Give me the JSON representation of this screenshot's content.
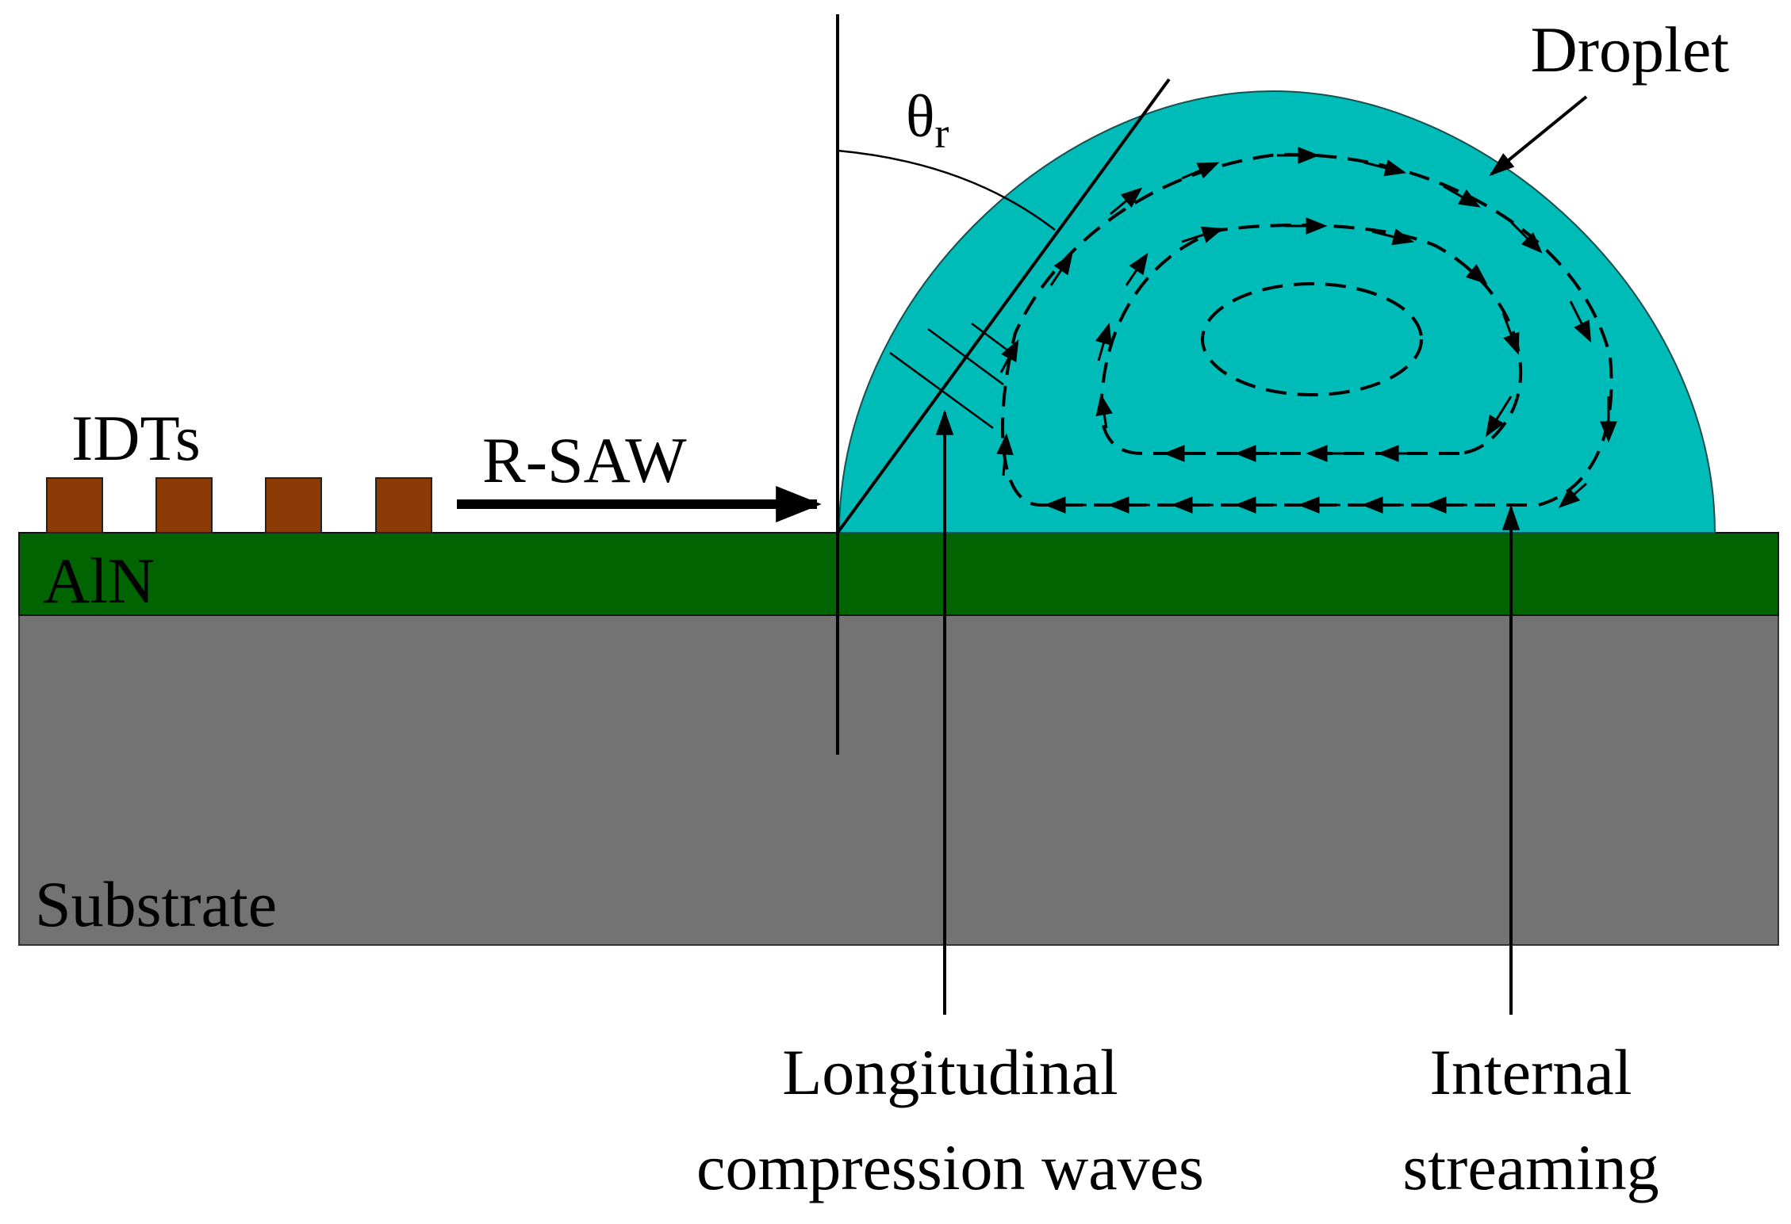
{
  "labels": {
    "droplet": "Droplet",
    "theta": "θ",
    "theta_sub": "r",
    "idts": "IDTs",
    "rsaw": "R-SAW",
    "aln": "AlN",
    "substrate": "Substrate",
    "longitudinal_line1": "Longitudinal",
    "longitudinal_line2": "compression waves",
    "internal_line1": "Internal",
    "internal_line2": "streaming"
  },
  "colors": {
    "droplet": "#00bcb8",
    "aln": "#006400",
    "substrate": "#737373",
    "idt": "#8b3a06",
    "line": "#000000"
  }
}
